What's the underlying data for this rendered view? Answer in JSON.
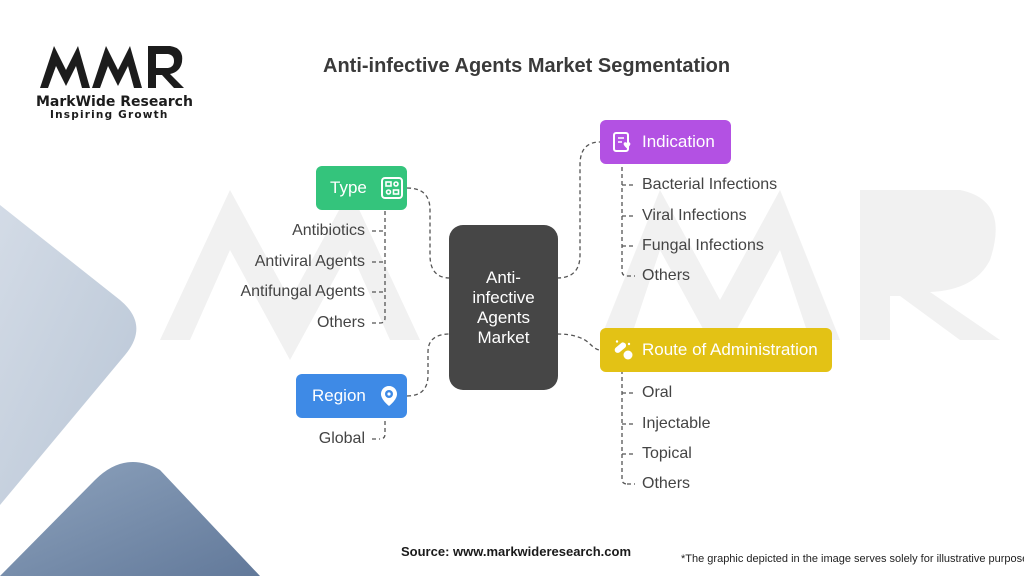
{
  "colors": {
    "type": "#34c47c",
    "indication": "#b351e3",
    "region": "#3e8ae6",
    "route": "#e3c215",
    "center": "#464646",
    "connector": "#555555"
  },
  "logo": {
    "mark": "MWR",
    "name": "MarkWide Research",
    "tagline": "Inspiring Growth"
  },
  "title": "Anti-infective Agents Market Segmentation",
  "center": {
    "label": "Anti-infective Agents Market"
  },
  "segments": {
    "type": {
      "label": "Type",
      "icon": "type-icon",
      "items": [
        "Antibiotics",
        "Antiviral Agents",
        "Antifungal Agents",
        "Others"
      ]
    },
    "region": {
      "label": "Region",
      "icon": "location-pin-icon",
      "items": [
        "Global"
      ]
    },
    "indication": {
      "label": "Indication",
      "icon": "clipboard-heart-icon",
      "items": [
        "Bacterial Infections",
        "Viral Infections",
        "Fungal Infections",
        "Others"
      ]
    },
    "route": {
      "label": "Route of Administration",
      "icon": "pills-icon",
      "items": [
        "Oral",
        "Injectable",
        "Topical",
        "Others"
      ]
    }
  },
  "footer": {
    "source": "Source: www.markwideresearch.com",
    "note": "*The graphic depicted in the image serves solely for illustrative purposes"
  }
}
